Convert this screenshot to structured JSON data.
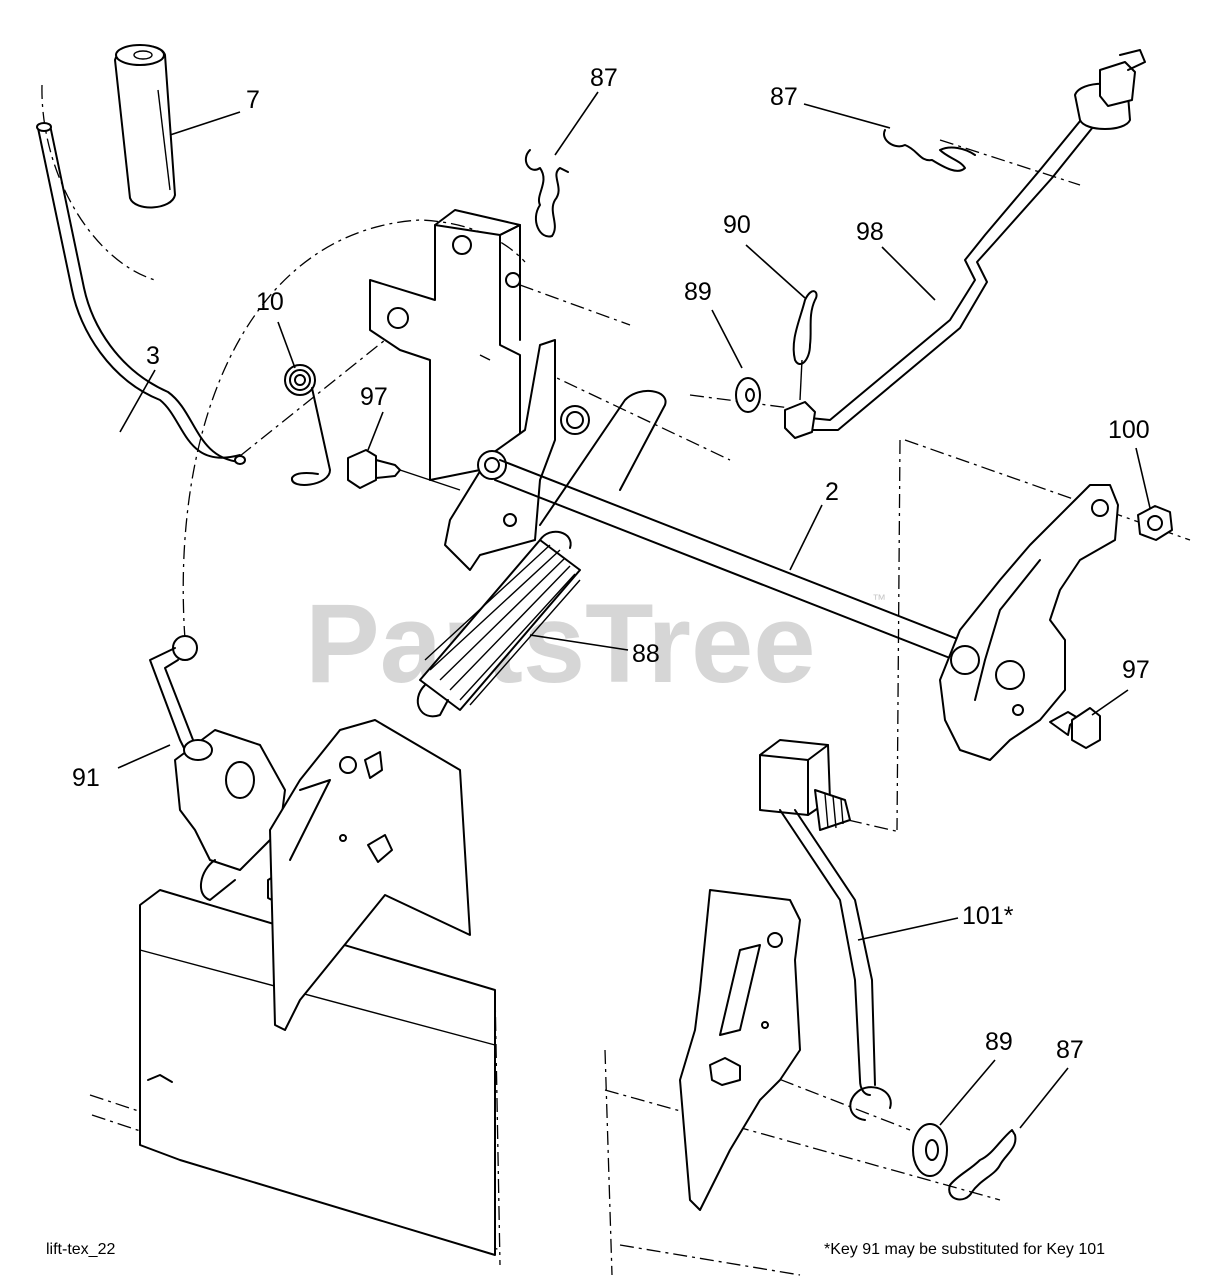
{
  "watermark": {
    "brand": "PartsTree",
    "trademark": "™"
  },
  "callouts": {
    "c2": "2",
    "c3": "3",
    "c7": "7",
    "c10": "10",
    "c87_top": "87",
    "c87_right": "87",
    "c87_bottom": "87",
    "c88": "88",
    "c89_top": "89",
    "c89_bottom": "89",
    "c90": "90",
    "c91": "91",
    "c97_left": "97",
    "c97_right": "97",
    "c98": "98",
    "c100": "100",
    "c101": "101*"
  },
  "footer": {
    "diagram_id": "lift-tex_22",
    "note": "*Key 91 may be substituted for Key 101"
  }
}
